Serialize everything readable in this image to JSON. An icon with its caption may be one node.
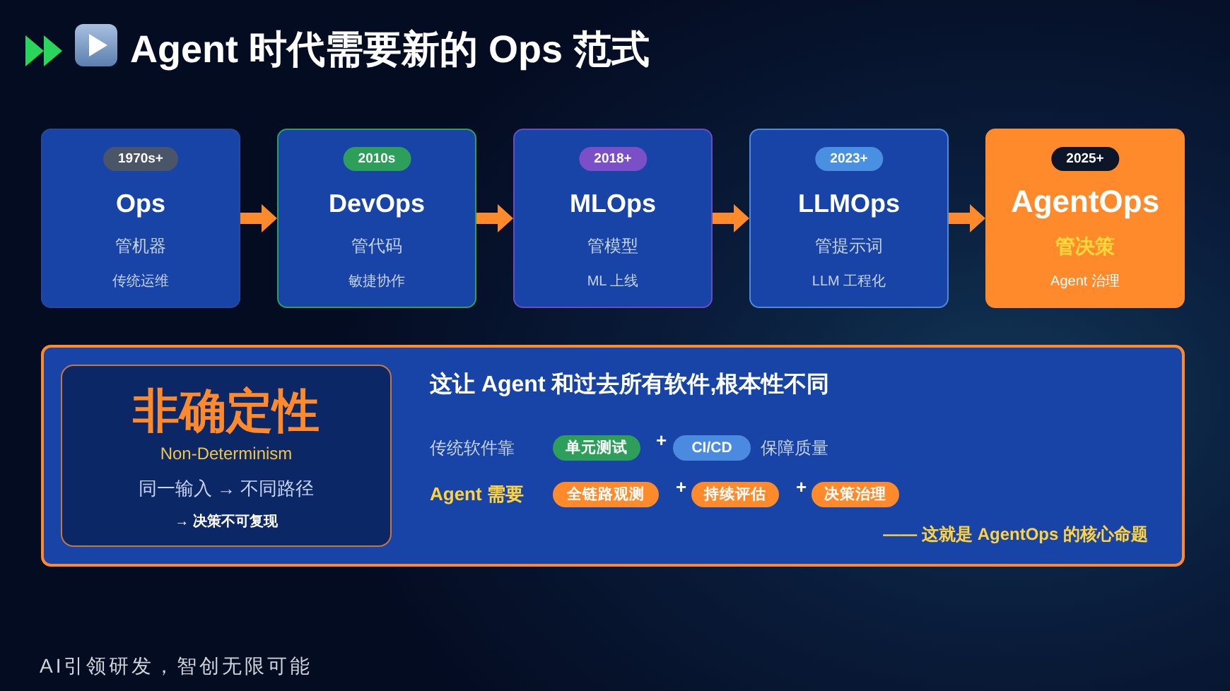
{
  "diagram": {
    "title": "Agent 时代需要新的 Ops 范式",
    "nodes": [
      {
        "text": [
          "Ops",
          "管机器",
          "传统运维"
        ]
      },
      {
        "text": [
          "1970s+"
        ],
        "in": 0
      },
      {
        "text": [
          "DevOps",
          "管代码",
          "敏捷协作"
        ]
      },
      {
        "text": [
          "2010s"
        ],
        "in": 2
      },
      {
        "text": [
          "MLOps",
          "管模型",
          "ML 上线"
        ]
      },
      {
        "text": [
          "2018+"
        ],
        "in": 4
      },
      {
        "text": [
          "LLMOps",
          "管提示词",
          "LLM 工程化"
        ]
      },
      {
        "text": [
          "2023+"
        ],
        "in": 6
      },
      {
        "text": [
          "AgentOps",
          "管决策",
          "Agent 治理"
        ]
      },
      {
        "text": [
          "2025+"
        ],
        "in": 8
      },
      {
        "text": [
          "这让 Agent 和过去所有软件,根本性不同",
          "传统软件靠",
          "+",
          "保障质量",
          "Agent 需要",
          "+",
          "+",
          "—— 这就是 AgentOps 的核心命题"
        ]
      },
      {
        "text": [
          "非确定性",
          "Non-Determinism",
          "同一输入 → 不同路径",
          "→ 决策不可复现"
        ],
        "in": 10
      },
      {
        "text": [
          "单元测试"
        ],
        "in": 10
      },
      {
        "text": [
          "CI/CD"
        ],
        "in": 10
      },
      {
        "text": [
          "全链路观测"
        ],
        "in": 10
      },
      {
        "text": [
          "持续评估"
        ],
        "in": 10
      },
      {
        "text": [
          "决策治理"
        ],
        "in": 10
      }
    ],
    "edges": [
      {
        "from": 0,
        "to": 2,
        "arrow": "to"
      },
      {
        "from": 2,
        "to": 4,
        "arrow": "to"
      },
      {
        "from": 4,
        "to": 6,
        "arrow": "to"
      },
      {
        "from": 6,
        "to": 8,
        "arrow": "to"
      }
    ],
    "labels": [
      "AI引领研发，智创无限可能"
    ]
  }
}
